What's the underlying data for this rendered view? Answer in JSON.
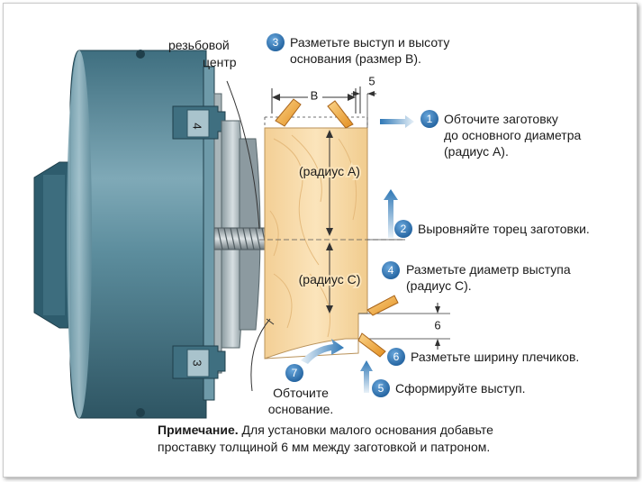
{
  "steps": [
    {
      "number": "1",
      "text": [
        "Обточите заготовку",
        "до основного диаметра",
        "(радиус A)."
      ]
    },
    {
      "number": "2",
      "text": [
        "Выровняйте торец заготовки."
      ]
    },
    {
      "number": "3",
      "text": [
        "Разметьте выступ и высоту",
        "основания (размер B)."
      ]
    },
    {
      "number": "4",
      "text": [
        "Разметьте диаметр выступа",
        "(радиус C)."
      ]
    },
    {
      "number": "5",
      "text": [
        "Сформируйте выступ."
      ]
    },
    {
      "number": "6",
      "text": [
        "Разметьте ширину плечиков."
      ]
    },
    {
      "number": "7",
      "text": [
        "Обточите",
        "основание."
      ]
    }
  ],
  "labels": {
    "threaded_center": [
      "резьбовой",
      "центр"
    ],
    "radius_a": "(радиус A)",
    "radius_c": "(радиус C)",
    "dim_b": "B",
    "dim_5": "5",
    "dim_6": "6",
    "jaw_4": "4",
    "jaw_3": "3"
  },
  "note": {
    "bold": "Примечание.",
    "line1": " Для установки малого основания добавьте",
    "line2": "проставку толщиной 6 мм между заготовкой и патроном."
  },
  "colors": {
    "chuck": "#4f8293",
    "chuck_dark": "#2c5566",
    "wood": "#f6d9a6",
    "badge": "#2a73b4",
    "tool": "#f2a93b"
  }
}
